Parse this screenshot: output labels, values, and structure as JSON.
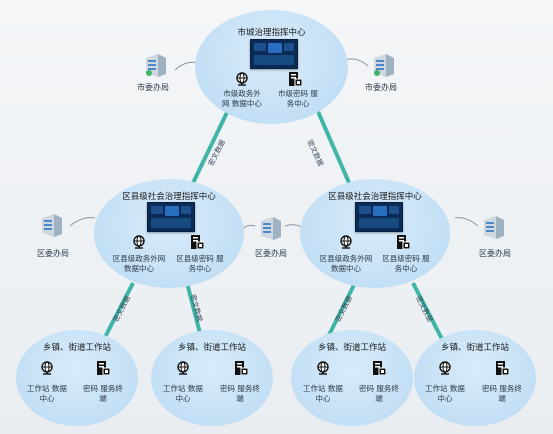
{
  "city": {
    "title": "市城治理指挥中心",
    "left_label": "市级政务外网 数据中心",
    "right_label": "市级密码 服务中心"
  },
  "offices": {
    "city_left": "市委办局",
    "city_right": "市委办局",
    "county_left": "区委办局",
    "county_mid": "区委办局",
    "county_right": "区委办局"
  },
  "county": [
    {
      "title": "区县级社会治理指挥中心",
      "left_label": "区县级政务外网 数据中心",
      "right_label": "区县级密码 服务中心"
    },
    {
      "title": "区县级社会治理指挥中心",
      "left_label": "区县级政务外网 数据中心",
      "right_label": "区县级密码 服务中心"
    }
  ],
  "town": [
    {
      "title": "乡镇、街道工作站",
      "left_label": "工作站 数据中心",
      "right_label": "密码 服务终端"
    },
    {
      "title": "乡镇、街道工作站",
      "left_label": "工作站 数据中心",
      "right_label": "密码 服务终端"
    },
    {
      "title": "乡镇、街道工作站",
      "left_label": "工作站 数据中心",
      "right_label": "密码 服务终端"
    },
    {
      "title": "乡镇、街道工作站",
      "left_label": "工作站 数据中心",
      "right_label": "密码 服务终端"
    }
  ],
  "links": {
    "cipher_label": "密文数据"
  },
  "colors": {
    "ellipse": "#c6e1f6",
    "link": "#3fb5a8",
    "screen": "#0b2a55",
    "icon": "#111111"
  }
}
